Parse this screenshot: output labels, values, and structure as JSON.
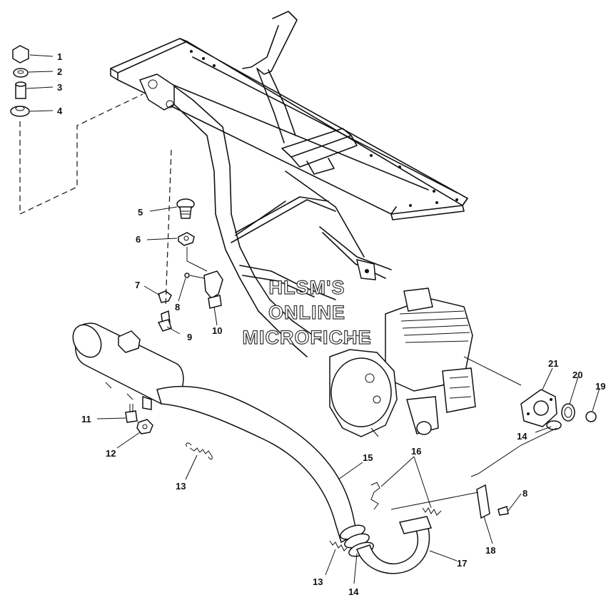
{
  "diagram": {
    "watermark": [
      "HLSM'S",
      "ONLINE",
      "MICROFICHE"
    ],
    "callouts": [
      {
        "id": "c1",
        "label": "1"
      },
      {
        "id": "c2",
        "label": "2"
      },
      {
        "id": "c3",
        "label": "3"
      },
      {
        "id": "c4",
        "label": "4"
      },
      {
        "id": "c5",
        "label": "5"
      },
      {
        "id": "c6",
        "label": "6"
      },
      {
        "id": "c7",
        "label": "7"
      },
      {
        "id": "c8a",
        "label": "8"
      },
      {
        "id": "c9",
        "label": "9"
      },
      {
        "id": "c10",
        "label": "10"
      },
      {
        "id": "c11",
        "label": "11"
      },
      {
        "id": "c12",
        "label": "12"
      },
      {
        "id": "c13a",
        "label": "13"
      },
      {
        "id": "c13b",
        "label": "13"
      },
      {
        "id": "c14a",
        "label": "14"
      },
      {
        "id": "c14b",
        "label": "14"
      },
      {
        "id": "c15",
        "label": "15"
      },
      {
        "id": "c16",
        "label": "16"
      },
      {
        "id": "c17",
        "label": "17"
      },
      {
        "id": "c18",
        "label": "18"
      },
      {
        "id": "c8b",
        "label": "8"
      },
      {
        "id": "c19",
        "label": "19"
      },
      {
        "id": "c20",
        "label": "20"
      },
      {
        "id": "c21",
        "label": "21"
      }
    ]
  }
}
